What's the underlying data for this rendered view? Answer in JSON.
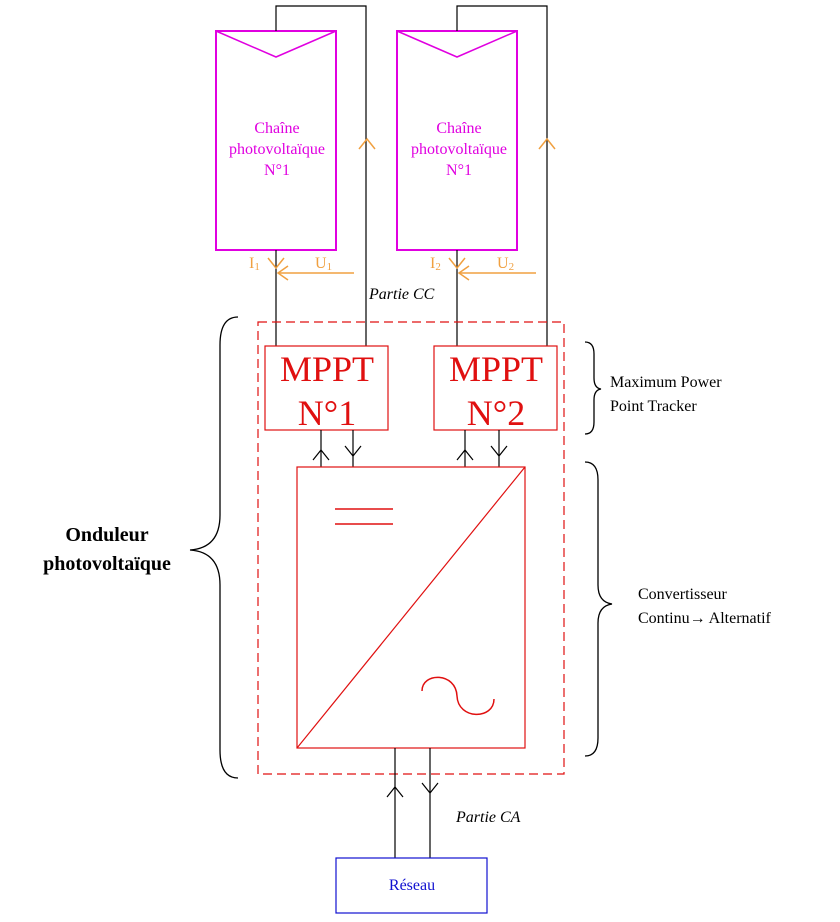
{
  "colors": {
    "panel": "#e000e0",
    "orange": "#f0a040",
    "red": "#e01010",
    "blue": "#1010d0",
    "black": "#000000"
  },
  "strings": [
    {
      "name": "string-1",
      "label_lines": [
        "Chaîne",
        "photovoltaïque",
        "N°1"
      ],
      "current_label": "I",
      "current_sub": "1",
      "voltage_label": "U",
      "voltage_sub": "1"
    },
    {
      "name": "string-2",
      "label_lines": [
        "Chaîne",
        "photovoltaïque",
        "N°1"
      ],
      "current_label": "I",
      "current_sub": "2",
      "voltage_label": "U",
      "voltage_sub": "2"
    }
  ],
  "dc_part_label": "Partie CC",
  "ac_part_label": "Partie CA",
  "mppt": [
    {
      "line1": "MPPT",
      "line2": "N°1"
    },
    {
      "line1": "MPPT",
      "line2": "N°2"
    }
  ],
  "mppt_description": [
    "Maximum Power",
    "Point Tracker"
  ],
  "converter_description": [
    "Convertisseur",
    "Continu→ Alternatif"
  ],
  "inverter_label": [
    "Onduleur",
    "photovoltaïque"
  ],
  "grid_label": "Réseau"
}
